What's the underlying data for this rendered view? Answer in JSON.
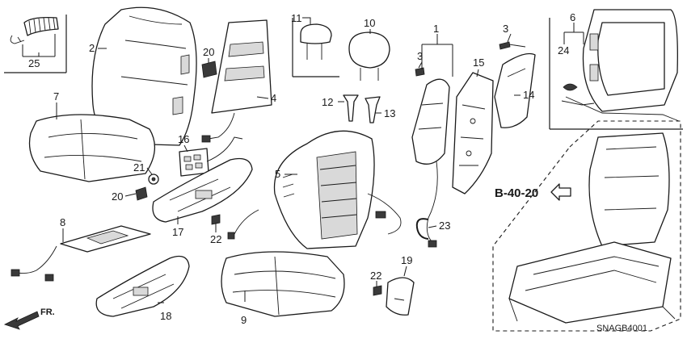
{
  "callouts": {
    "c1": "1",
    "c2": "2",
    "c3a": "3",
    "c3b": "3",
    "c4": "4",
    "c5": "5",
    "c6": "6",
    "c7": "7",
    "c8": "8",
    "c9": "9",
    "c10": "10",
    "c11": "11",
    "c12": "12",
    "c13": "13",
    "c14": "14",
    "c15": "15",
    "c16": "16",
    "c17": "17",
    "c18": "18",
    "c19": "19",
    "c20a": "20",
    "c20b": "20",
    "c21": "21",
    "c22a": "22",
    "c22b": "22",
    "c23": "23",
    "c24": "24",
    "c25": "25"
  },
  "reference": "B-40-20",
  "direction": "FR.",
  "diagram_code": "SNAGB4001"
}
